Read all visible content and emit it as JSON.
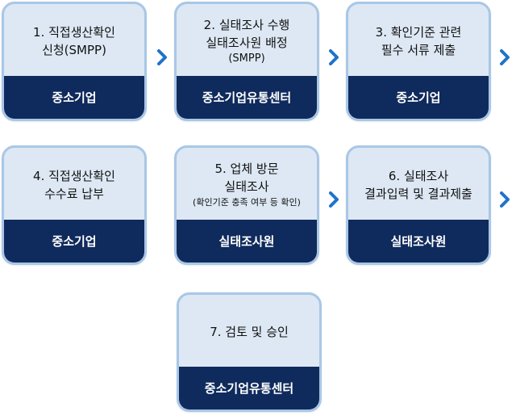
{
  "steps": [
    {
      "title_lines": [
        "1. 직접생산확인",
        "신청(SMPP)"
      ],
      "note": "",
      "actor": "중소기업"
    },
    {
      "title_lines": [
        "2. 실태조사 수행",
        "실태조사원 배정"
      ],
      "note": "(SMPP)",
      "actor": "중소기업유통센터"
    },
    {
      "title_lines": [
        "3. 확인기준 관련",
        "필수 서류 제출"
      ],
      "note": "",
      "actor": "중소기업"
    },
    {
      "title_lines": [
        "4. 직접생산확인",
        "수수료 납부"
      ],
      "note": "",
      "actor": "중소기업"
    },
    {
      "title_lines": [
        "5. 업체 방문",
        "실태조사"
      ],
      "note": "(확인기준 충족 여부 등 확인)",
      "actor": "실태조사원"
    },
    {
      "title_lines": [
        "6. 실태조사",
        "결과입력 및 결과제출"
      ],
      "note": "",
      "actor": "실태조사원"
    },
    {
      "title_lines": [
        "7. 검토 및 승인"
      ],
      "note": "",
      "actor": "중소기업유통센터"
    }
  ],
  "colors": {
    "box_fill": "#dde8f4",
    "box_border": "#a9c7e6",
    "actor_band": "#0f2a5c",
    "arrow": "#1f73c9"
  }
}
